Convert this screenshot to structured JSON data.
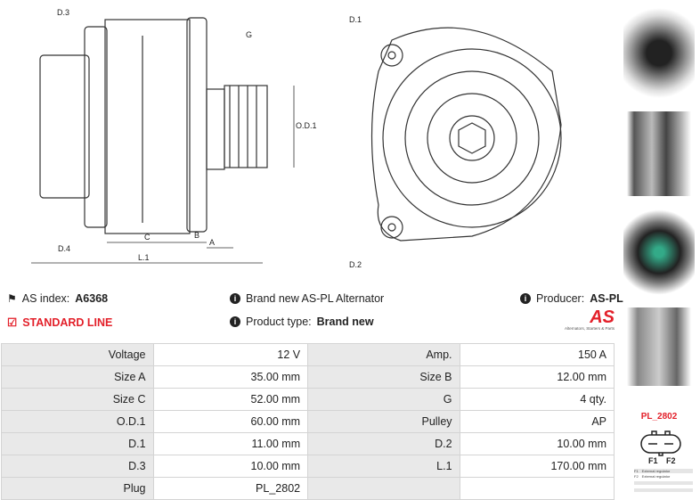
{
  "drawing": {
    "labels": {
      "d3": "D.3",
      "d4": "D.4",
      "g": "G",
      "od1": "O.D.1",
      "c": "C",
      "b": "B",
      "a": "A",
      "l1": "L.1",
      "d1": "D.1",
      "d2": "D.2"
    }
  },
  "info": {
    "as_index_label": "AS index:",
    "as_index_value": "A6368",
    "line": "STANDARD LINE",
    "description": "Brand new AS-PL Alternator",
    "product_type_label": "Product type:",
    "product_type_value": "Brand new",
    "producer_label": "Producer:",
    "producer_value": "AS-PL"
  },
  "logo": {
    "text": "AS",
    "tagline": "Alternators, Starters & Parts"
  },
  "specs": [
    [
      "Voltage",
      "12 V",
      "Amp.",
      "150 A"
    ],
    [
      "Size A",
      "35.00 mm",
      "Size B",
      "12.00 mm"
    ],
    [
      "Size C",
      "52.00 mm",
      "G",
      "4 qty."
    ],
    [
      "O.D.1",
      "60.00 mm",
      "Pulley",
      "AP"
    ],
    [
      "D.1",
      "11.00 mm",
      "D.2",
      "10.00 mm"
    ],
    [
      "D.3",
      "10.00 mm",
      "L.1",
      "170.00 mm"
    ],
    [
      "Plug",
      "PL_2802",
      "",
      ""
    ]
  ],
  "plug": {
    "code": "PL_2802",
    "pins": [
      "F1",
      "F2"
    ],
    "legend": [
      [
        "F1",
        "External regulator"
      ],
      [
        "F2",
        "External regulator"
      ]
    ]
  },
  "colors": {
    "accent": "#e3202a",
    "label_bg": "#e9e9e9"
  }
}
